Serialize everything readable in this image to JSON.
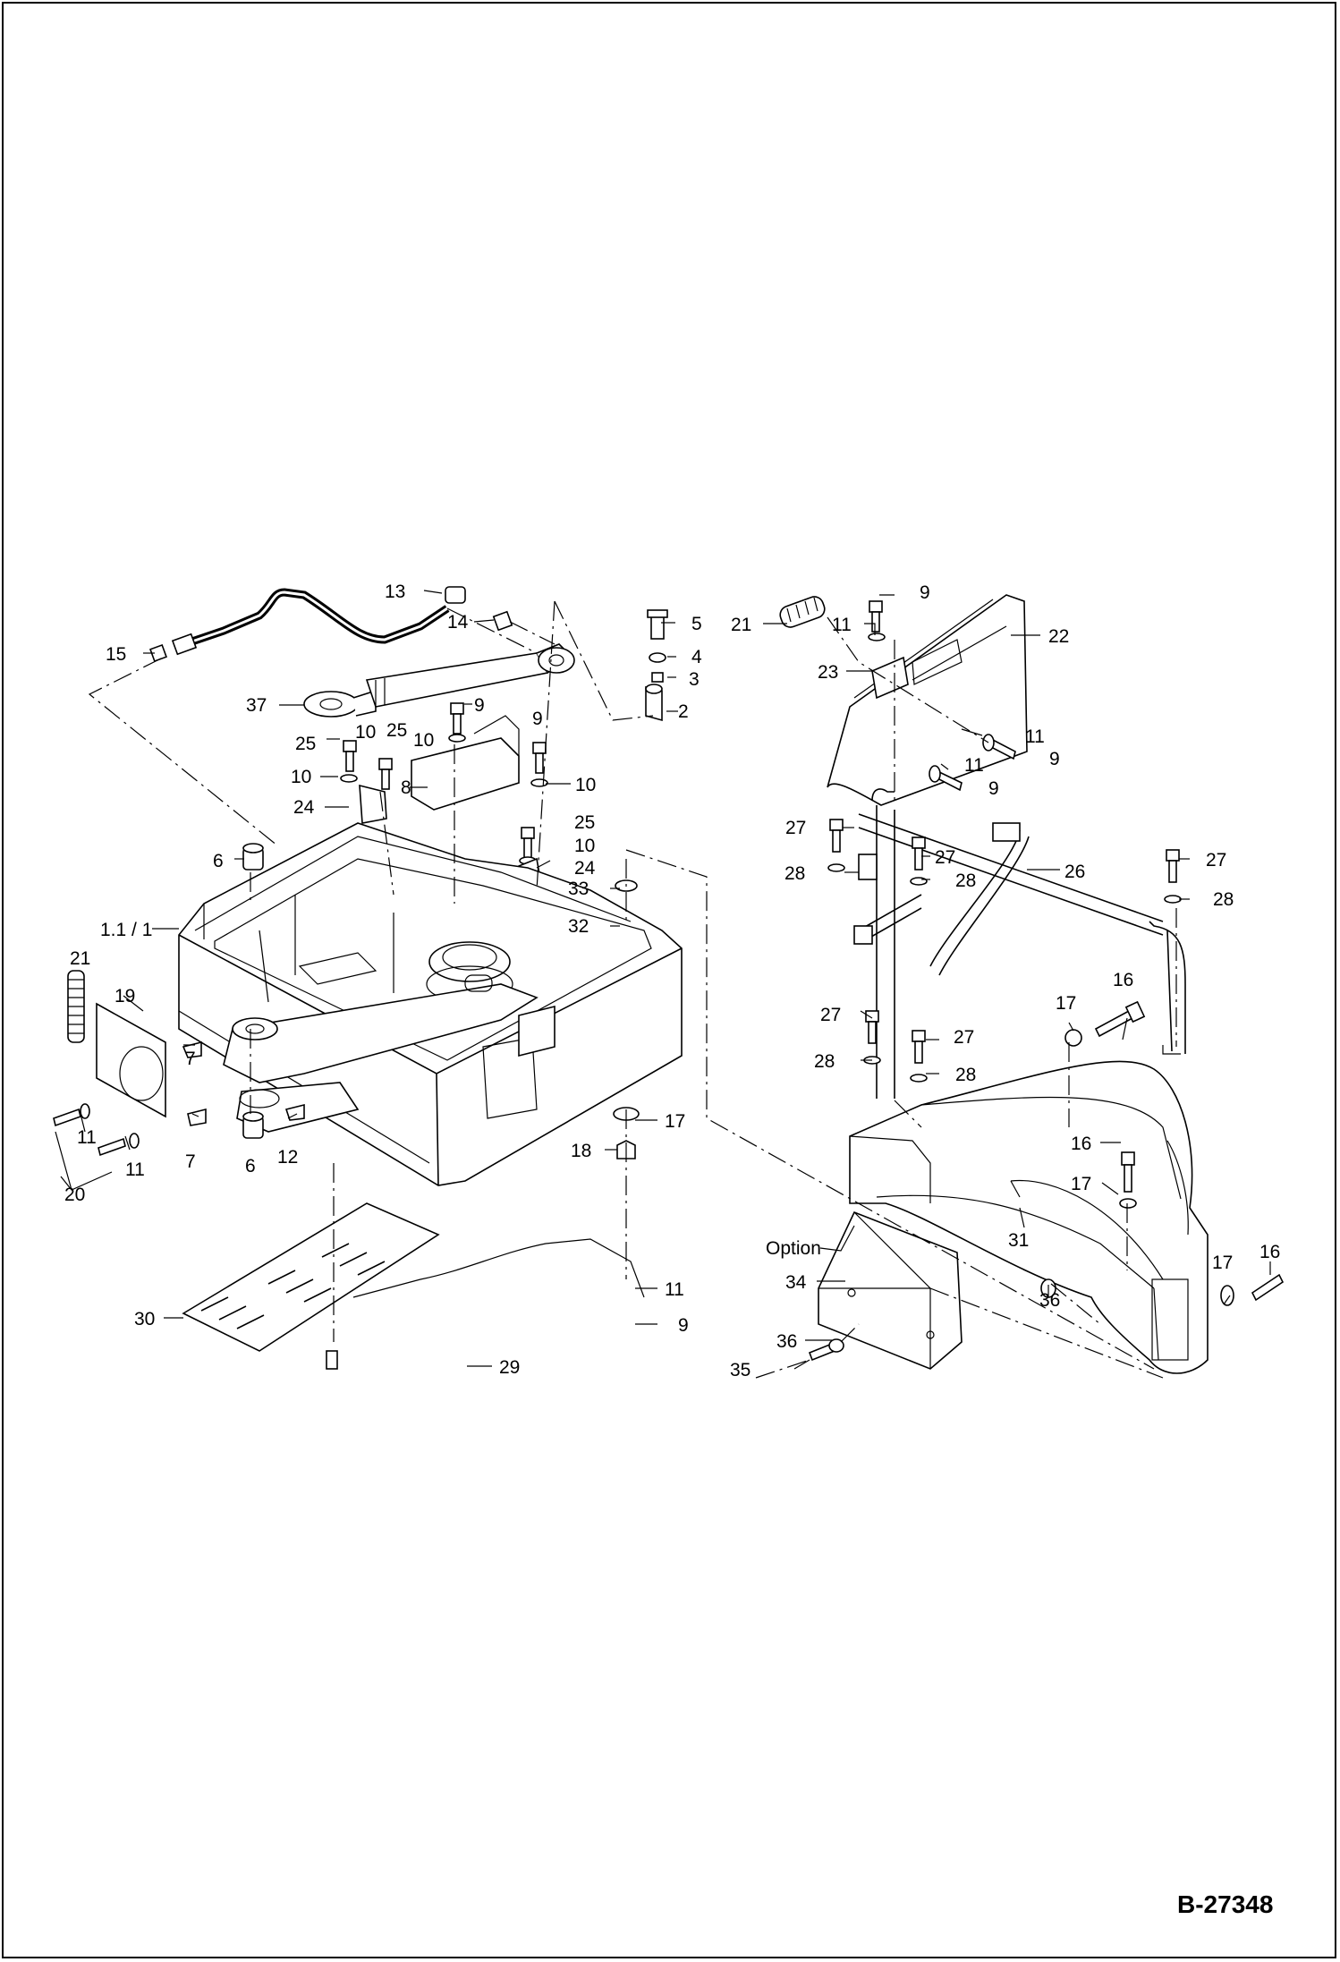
{
  "drawing_number": "B-27348",
  "option_label": "Option",
  "callouts": [
    {
      "id": "c13",
      "text": "13"
    },
    {
      "id": "c14",
      "text": "14"
    },
    {
      "id": "c15",
      "text": "15"
    },
    {
      "id": "c37",
      "text": "37"
    },
    {
      "id": "c5",
      "text": "5"
    },
    {
      "id": "c4",
      "text": "4"
    },
    {
      "id": "c3",
      "text": "3"
    },
    {
      "id": "c2",
      "text": "2"
    },
    {
      "id": "c9a",
      "text": "9"
    },
    {
      "id": "c9b",
      "text": "9"
    },
    {
      "id": "c25a",
      "text": "25"
    },
    {
      "id": "c10a",
      "text": "10"
    },
    {
      "id": "c25b",
      "text": "25"
    },
    {
      "id": "c10b",
      "text": "10"
    },
    {
      "id": "c10c",
      "text": "10"
    },
    {
      "id": "c10d",
      "text": "10"
    },
    {
      "id": "c8",
      "text": "8"
    },
    {
      "id": "c24a",
      "text": "24"
    },
    {
      "id": "c25c",
      "text": "25"
    },
    {
      "id": "c10e",
      "text": "10"
    },
    {
      "id": "c24b",
      "text": "24"
    },
    {
      "id": "c6a",
      "text": "6"
    },
    {
      "id": "c33",
      "text": "33"
    },
    {
      "id": "c32",
      "text": "32"
    },
    {
      "id": "c1",
      "text": "1.1 / 1"
    },
    {
      "id": "c21a",
      "text": "21"
    },
    {
      "id": "c19",
      "text": "19"
    },
    {
      "id": "c7a",
      "text": "7"
    },
    {
      "id": "c7b",
      "text": "7"
    },
    {
      "id": "c11a",
      "text": "11"
    },
    {
      "id": "c11b",
      "text": "11"
    },
    {
      "id": "c20",
      "text": "20"
    },
    {
      "id": "c6b",
      "text": "6"
    },
    {
      "id": "c12",
      "text": "12"
    },
    {
      "id": "c17a",
      "text": "17"
    },
    {
      "id": "c18",
      "text": "18"
    },
    {
      "id": "c11c",
      "text": "11"
    },
    {
      "id": "c9c",
      "text": "9"
    },
    {
      "id": "c30",
      "text": "30"
    },
    {
      "id": "c29",
      "text": "29"
    },
    {
      "id": "c21b",
      "text": "21"
    },
    {
      "id": "c9d",
      "text": "9"
    },
    {
      "id": "c11d",
      "text": "11"
    },
    {
      "id": "c22",
      "text": "22"
    },
    {
      "id": "c23",
      "text": "23"
    },
    {
      "id": "c11e",
      "text": "11"
    },
    {
      "id": "c9e",
      "text": "9"
    },
    {
      "id": "c11f",
      "text": "11"
    },
    {
      "id": "c9f",
      "text": "9"
    },
    {
      "id": "c27a",
      "text": "27"
    },
    {
      "id": "c27b",
      "text": "27"
    },
    {
      "id": "c28a",
      "text": "28"
    },
    {
      "id": "c28b",
      "text": "28"
    },
    {
      "id": "c26",
      "text": "26"
    },
    {
      "id": "c27c",
      "text": "27"
    },
    {
      "id": "c28c",
      "text": "28"
    },
    {
      "id": "c16a",
      "text": "16"
    },
    {
      "id": "c17b",
      "text": "17"
    },
    {
      "id": "c27d",
      "text": "27"
    },
    {
      "id": "c27e",
      "text": "27"
    },
    {
      "id": "c28d",
      "text": "28"
    },
    {
      "id": "c28e",
      "text": "28"
    },
    {
      "id": "c16b",
      "text": "16"
    },
    {
      "id": "c17c",
      "text": "17"
    },
    {
      "id": "c31",
      "text": "31"
    },
    {
      "id": "c34",
      "text": "34"
    },
    {
      "id": "c36a",
      "text": "36"
    },
    {
      "id": "c16c",
      "text": "16"
    },
    {
      "id": "c17d",
      "text": "17"
    },
    {
      "id": "c36b",
      "text": "36"
    },
    {
      "id": "c35",
      "text": "35"
    }
  ]
}
